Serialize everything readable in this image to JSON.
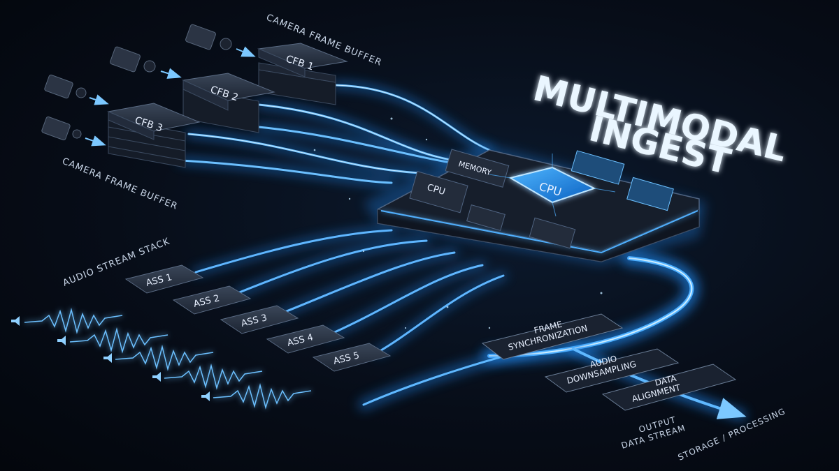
{
  "title": {
    "line1": "MULTIMODAL",
    "line2": "INGEST"
  },
  "camera": {
    "label_top": "CAMERA FRAME BUFFER",
    "label_bottom": "CAMERA FRAME BUFFER",
    "buffers": [
      "CFB 1",
      "CFB 2",
      "CFB 3"
    ]
  },
  "audio": {
    "label": "AUDIO STREAM STACK",
    "streams": [
      "ASS 1",
      "ASS 2",
      "ASS 3",
      "ASS 4",
      "ASS 5"
    ]
  },
  "processor": {
    "center": "CPU",
    "cpu_small": "CPU",
    "memory": "MEMORY"
  },
  "pipeline": {
    "stage1": [
      "FRAME",
      "SYNCHRONIZATION"
    ],
    "stage2": [
      "AUDIO",
      "DOWNSAMPLING"
    ],
    "stage3": [
      "DATA",
      "ALIGNMENT"
    ]
  },
  "output": {
    "line1": "OUTPUT",
    "line2": "DATA STREAM",
    "destination": "STORAGE / PROCESSING"
  },
  "colors": {
    "glow": "#3fa9ff",
    "glow_bright": "#9fd8ff",
    "panel": "#1a2433",
    "background": "#070d18"
  }
}
